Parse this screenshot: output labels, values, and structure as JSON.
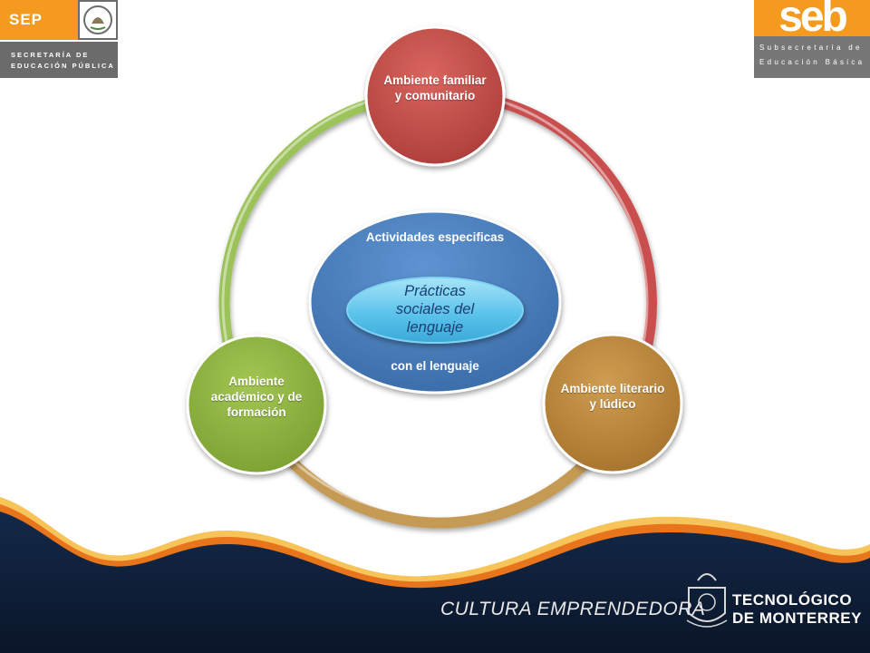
{
  "header": {
    "sep": {
      "name": "SEP",
      "line1": "SECRETARÍA DE",
      "line2": "EDUCACIÓN PÚBLICA"
    },
    "seb": {
      "line1": "Subsecretaría de",
      "line2": "Educación Básica"
    }
  },
  "diagram": {
    "center": {
      "top_label": "Actividades especificas",
      "bottom_label": "con el lenguaje",
      "inner_label": "Prácticas sociales del lenguaje"
    },
    "nodes": [
      {
        "label": "Ambiente familiar y comunitario",
        "color": "#c0504d"
      },
      {
        "label": "Ambiente literario y lúdico",
        "color": "#b8863b"
      },
      {
        "label": "Ambiente académico y de formación",
        "color": "#8db33d"
      }
    ],
    "center_color": "#4f81bd",
    "inner_color": "#5fc4ec"
  },
  "footer": {
    "slogan": "CULTURA EMPRENDEDORA",
    "tec_line1": "TECNOLÓGICO",
    "tec_line2": "DE MONTERREY",
    "footer_color": "#0e1e36",
    "accent_color": "#f39a1f"
  }
}
